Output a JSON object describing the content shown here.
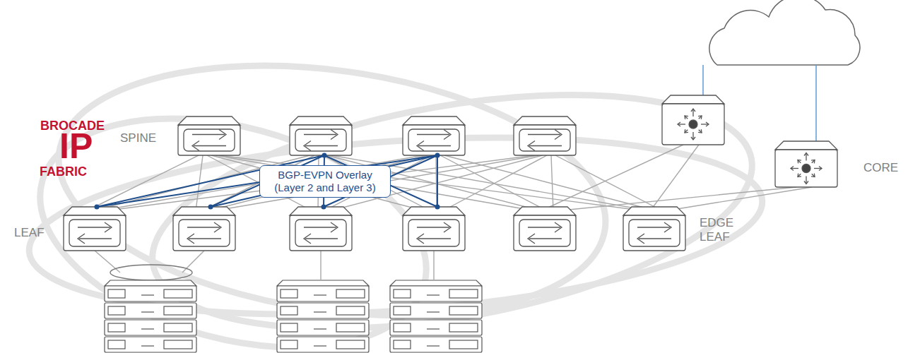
{
  "diagram": {
    "nodes": [
      {
        "text": [
          "BGP-EVPN Overlay (Layer 2 and Layer 3)"
        ]
      }
    ],
    "labels": [
      "BROCADE",
      "IP",
      "FABRIC",
      "SPINE",
      "LEAF",
      "EDGE LEAF",
      "CORE"
    ]
  }
}
